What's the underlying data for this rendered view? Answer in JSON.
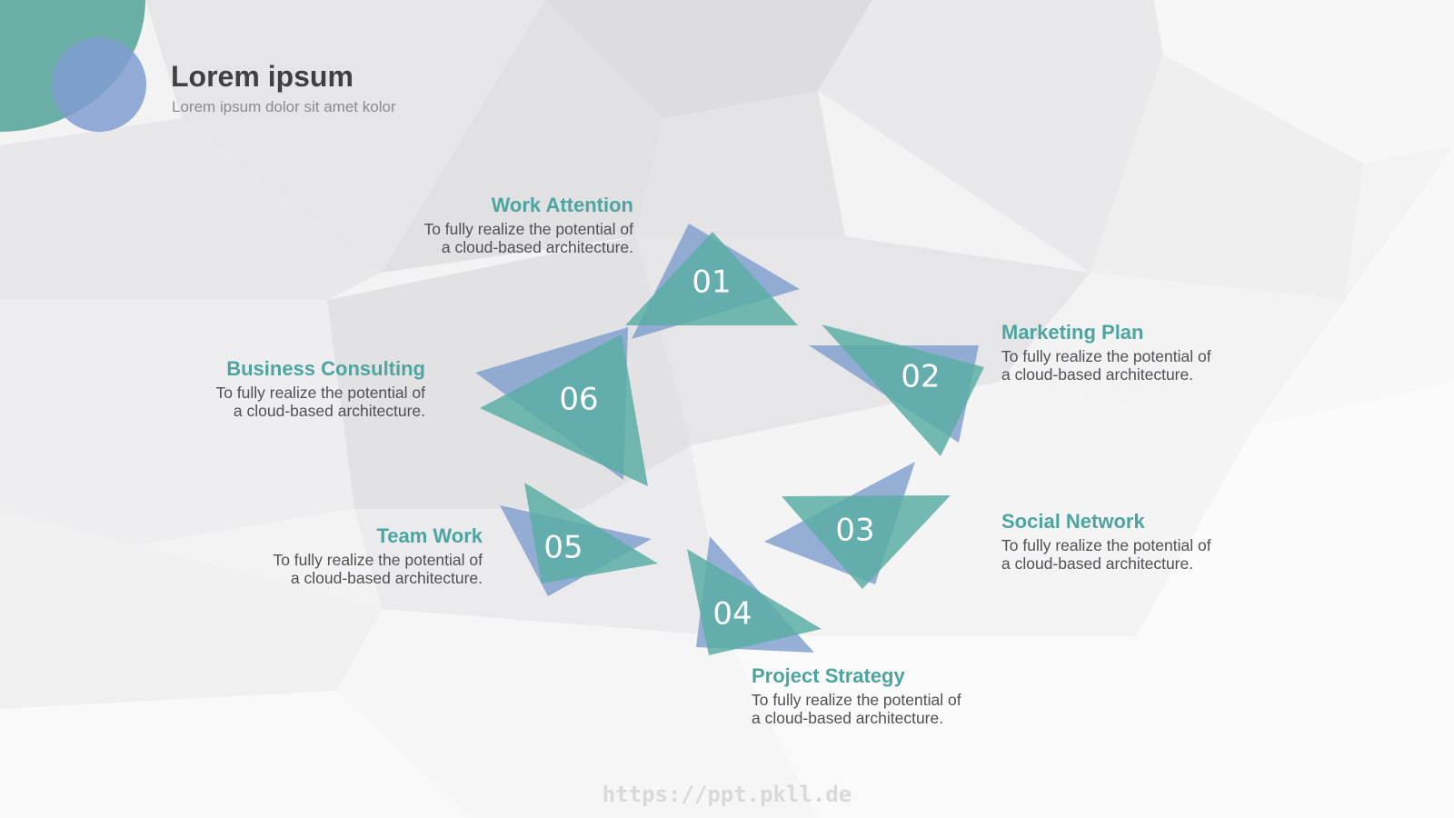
{
  "header": {
    "title": "Lorem ipsum",
    "subtitle": "Lorem ipsum dolor sit amet kolor"
  },
  "colors": {
    "teal": "#5aaea6",
    "blue": "#7c9ccd",
    "title_text": "#3f3f44",
    "accent_text": "#4ea5a0"
  },
  "steps": [
    {
      "number": "01",
      "title": "Work Attention",
      "desc_line1": "To fully realize the potential of",
      "desc_line2": "a cloud-based architecture."
    },
    {
      "number": "02",
      "title": "Marketing Plan",
      "desc_line1": "To fully realize the potential of",
      "desc_line2": "a cloud-based architecture."
    },
    {
      "number": "03",
      "title": "Social Network",
      "desc_line1": "To fully realize the potential of",
      "desc_line2": "a cloud-based architecture."
    },
    {
      "number": "04",
      "title": "Project Strategy",
      "desc_line1": "To fully realize the potential of",
      "desc_line2": "a cloud-based architecture."
    },
    {
      "number": "05",
      "title": "Team Work",
      "desc_line1": "To fully realize the potential of",
      "desc_line2": "a cloud-based architecture."
    },
    {
      "number": "06",
      "title": "Business Consulting",
      "desc_line1": "To fully realize the potential of",
      "desc_line2": "a cloud-based architecture."
    }
  ],
  "watermark": "https://ppt.pkll.de"
}
